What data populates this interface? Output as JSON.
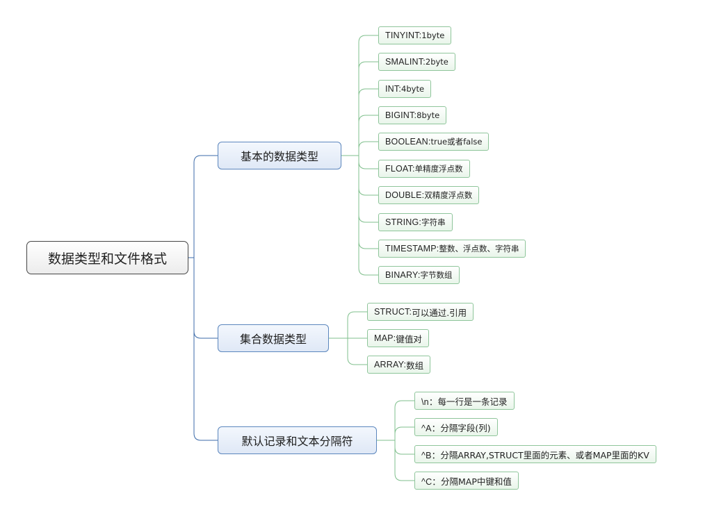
{
  "root": {
    "label": "数据类型和文件格式"
  },
  "branches": [
    {
      "label": "基本的数据类型",
      "leaves": [
        {
          "key": "TINYINT:",
          "desc": "1byte"
        },
        {
          "key": "SMALINT:",
          "desc": "2byte"
        },
        {
          "key": "INT:",
          "desc": "4byte"
        },
        {
          "key": "BIGINT:",
          "desc": "8byte"
        },
        {
          "key": "BOOLEAN:",
          "desc": "true或者false"
        },
        {
          "key": "FLOAT:",
          "desc": "单精度浮点数"
        },
        {
          "key": "DOUBLE:",
          "desc": "双精度浮点数"
        },
        {
          "key": "STRING:",
          "desc": "字符串"
        },
        {
          "key": "TIMESTAMP:",
          "desc": "整数、浮点数、字符串"
        },
        {
          "key": "BINARY:",
          "desc": "字节数组"
        }
      ]
    },
    {
      "label": "集合数据类型",
      "leaves": [
        {
          "key": "STRUCT:",
          "desc": "可以通过.引用"
        },
        {
          "key": "MAP:",
          "desc": "键值对"
        },
        {
          "key": "ARRAY:",
          "desc": "数组"
        }
      ]
    },
    {
      "label": "默认记录和文本分隔符",
      "leaves": [
        {
          "key": "\\n：",
          "desc": "每一行是一条记录"
        },
        {
          "key": "^A：",
          "desc": "分隔字段(列)"
        },
        {
          "key": "^B：",
          "desc": "分隔ARRAY,STRUCT里面的元素、或者MAP里面的KV"
        },
        {
          "key": "^C：",
          "desc": "分隔MAP中键和值"
        }
      ]
    }
  ],
  "colors": {
    "root_border": "#444444",
    "branch_border": "#5b86bd",
    "leaf_border": "#8ec59a",
    "root_link": "#3b6aa8",
    "leaf_link": "#7fbf8c"
  }
}
